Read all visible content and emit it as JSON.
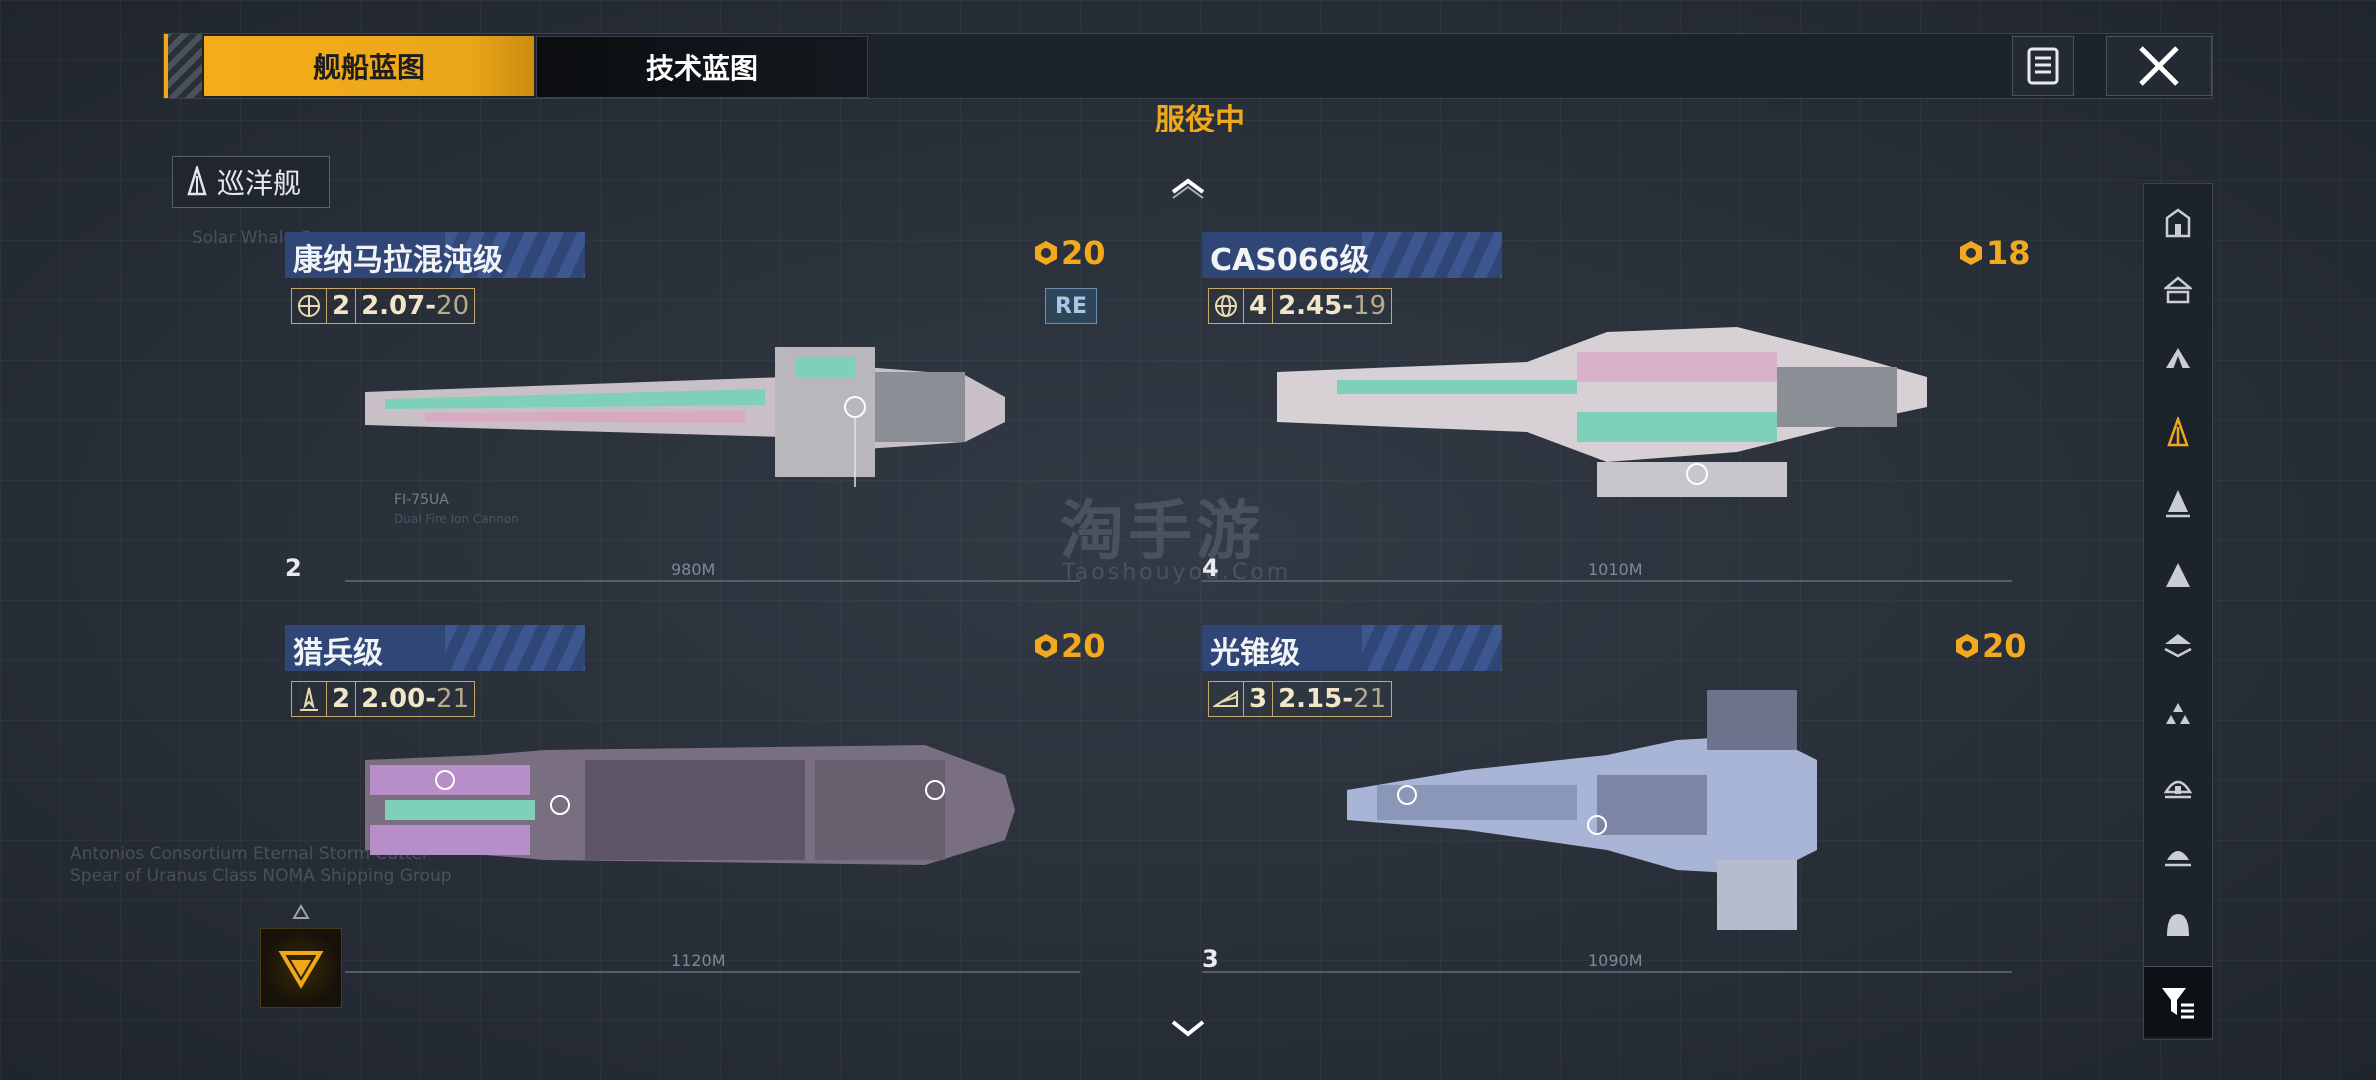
{
  "tabs": [
    {
      "label": "舰船蓝图",
      "active": true
    },
    {
      "label": "技术蓝图",
      "active": false
    }
  ],
  "section_title": "服役中",
  "class_filter_label": "巡洋舰",
  "ships": [
    {
      "name": "康纳马拉混沌级",
      "cost": "20",
      "count": "2",
      "version_major": "2.07",
      "version_minor": "20",
      "re_badge": "RE",
      "length": "980M",
      "icon": "chaos-emblem-icon"
    },
    {
      "name": "CAS066级",
      "cost": "18",
      "count": "4",
      "version_major": "2.45",
      "version_minor": "19",
      "length": "1010M",
      "icon": "globe-icon"
    },
    {
      "name": "猎兵级",
      "cost": "20",
      "count": "2",
      "version_major": "2.00",
      "version_minor": "21",
      "length": "1120M",
      "icon": "fighter-icon"
    },
    {
      "name": "光锥级",
      "cost": "20",
      "count": "3",
      "version_major": "2.15",
      "version_minor": "21",
      "length": "1090M",
      "icon": "light-cone-icon"
    }
  ],
  "background_texts": {
    "t1": "FI-75UA",
    "t2": "Dual Fire Ion Cannon",
    "t3": "Solar Whale Co.",
    "t4": "Antonios Consortium Eternal Storm Cutter",
    "t5": "Spear of Uranus Class NOMA Shipping Group"
  },
  "watermark": "淘手游",
  "watermark_sub": "Taoshouyou.Com",
  "colors": {
    "accent": "#f0a81b",
    "name_bar": "#2f4677",
    "panel": "#1d232b"
  }
}
